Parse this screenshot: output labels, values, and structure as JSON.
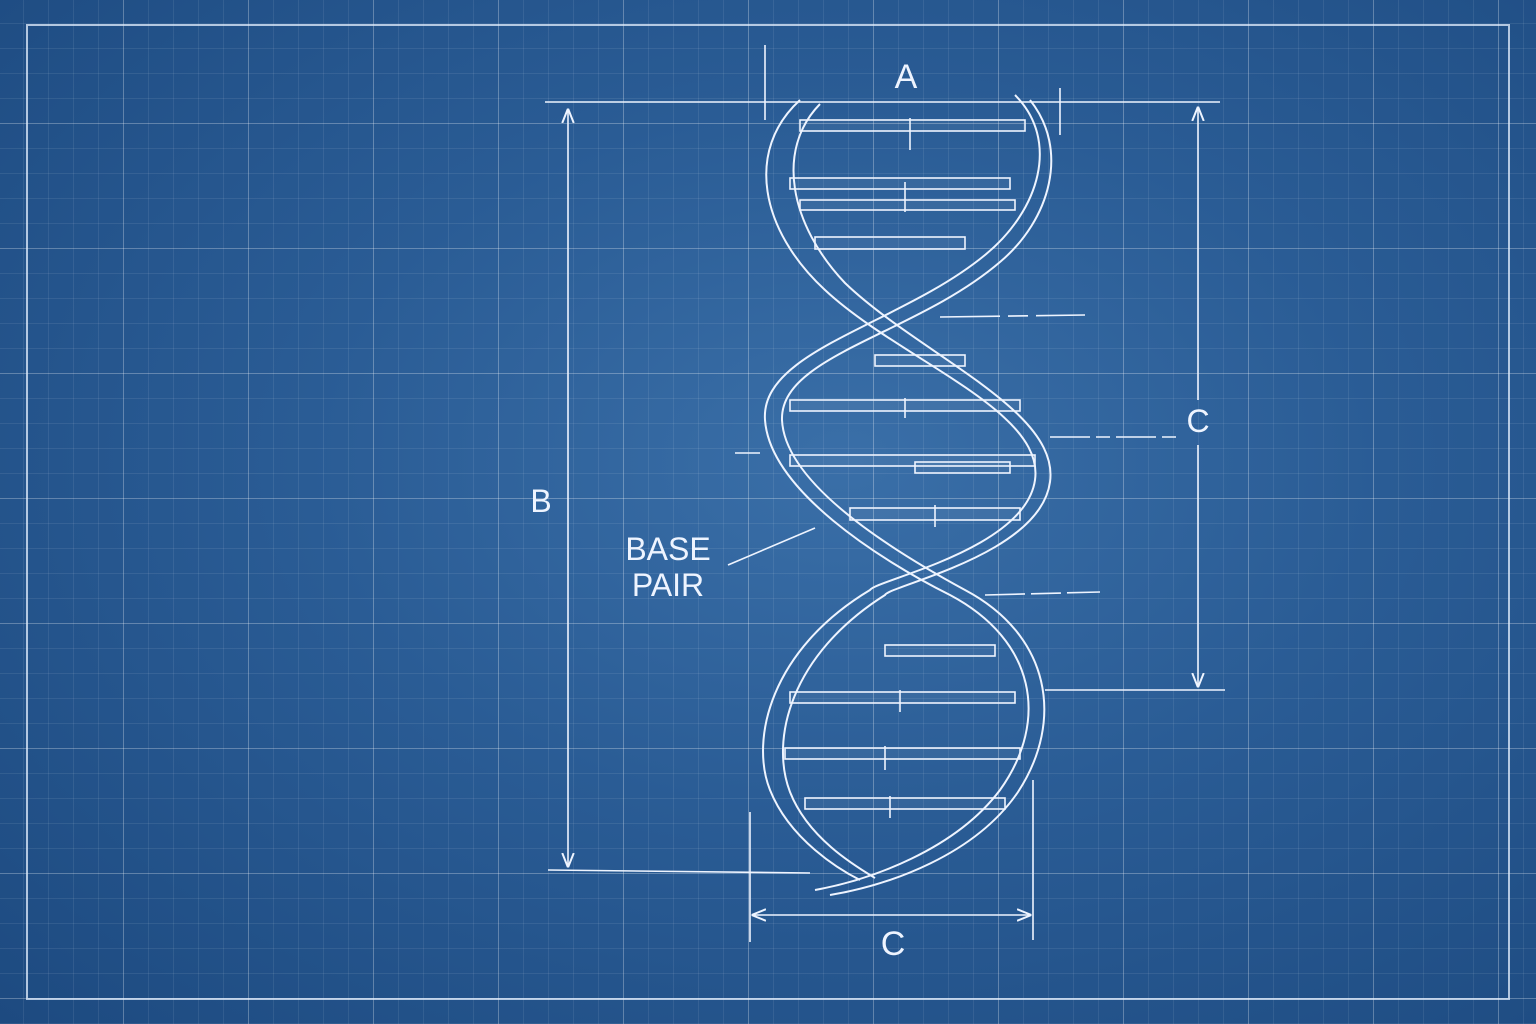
{
  "labels": {
    "a": "A",
    "b": "B",
    "c_right": "C",
    "c_bottom": "C",
    "base_pair_line1": "BASE",
    "base_pair_line2": "PAIR"
  },
  "colors": {
    "background": "#2a5c95",
    "grid": "#ffffff",
    "ink": "#eef4ff"
  }
}
